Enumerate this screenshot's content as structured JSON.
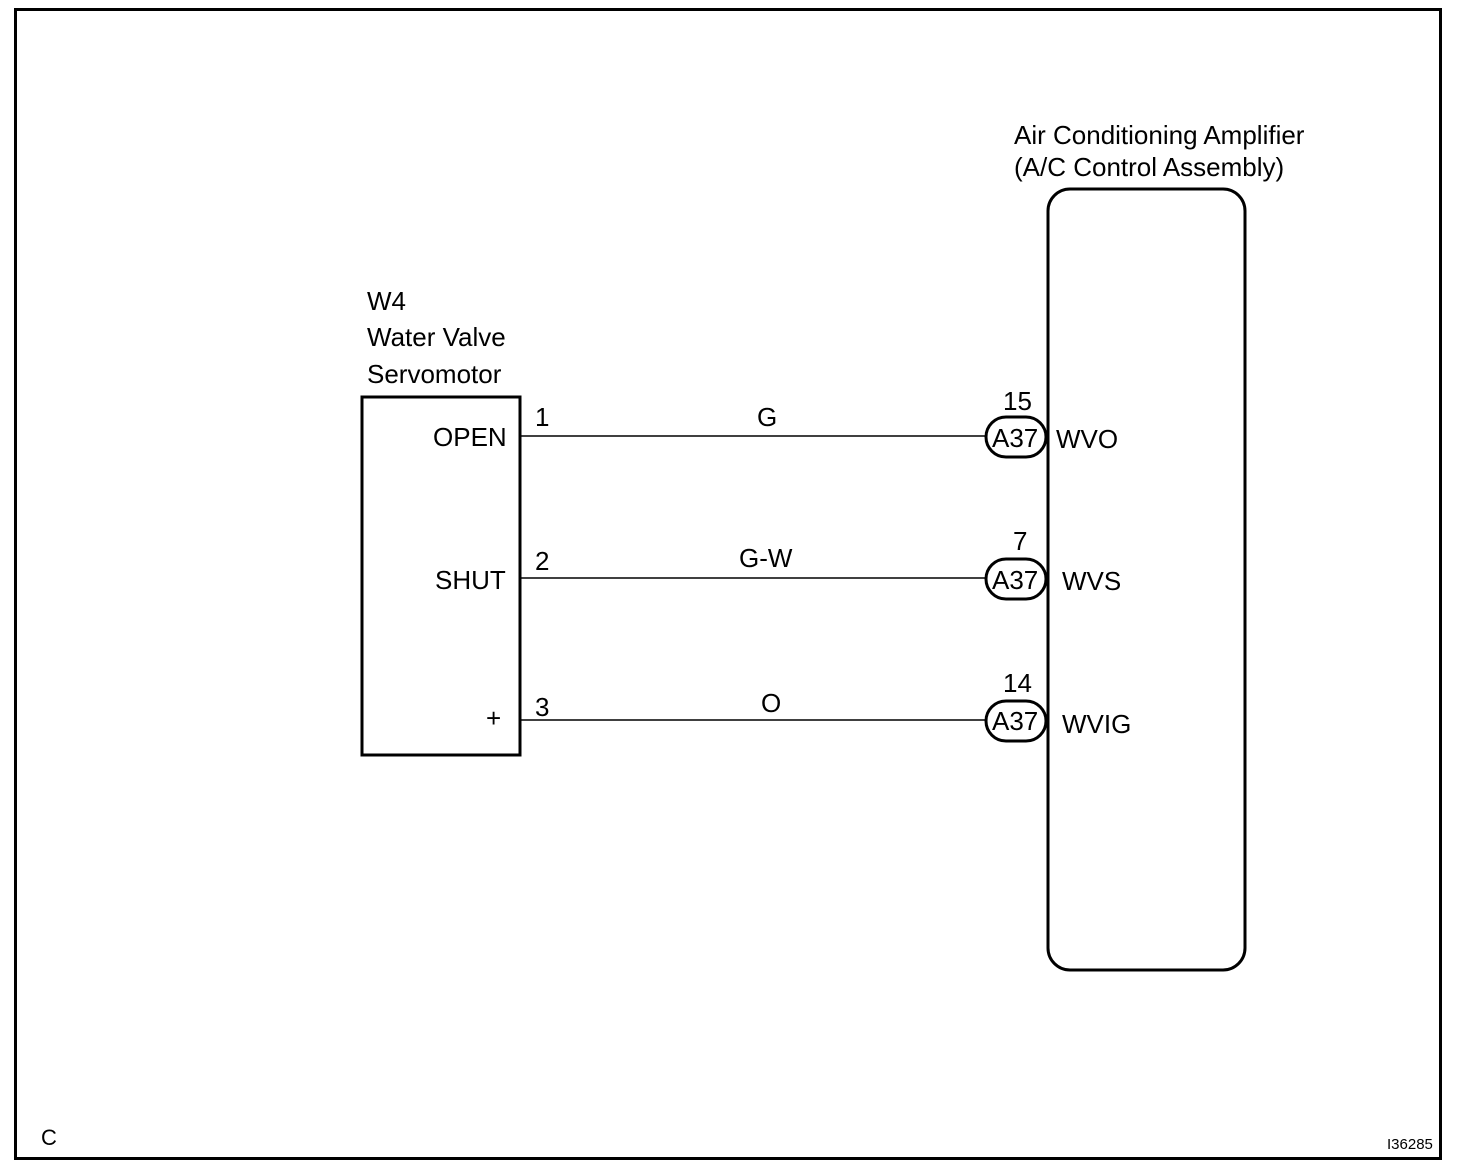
{
  "diagram": {
    "corner_letter": "C",
    "figure_id": "I36285",
    "left_component": {
      "code": "W4",
      "name_line1": "Water Valve",
      "name_line2": "Servomotor",
      "terminals": [
        "OPEN",
        "SHUT",
        "+"
      ]
    },
    "right_component": {
      "name_line1": "Air Conditioning Amplifier",
      "name_line2": "(A/C Control Assembly)",
      "terminals": [
        "WVO",
        "WVS",
        "WVIG"
      ]
    },
    "wires": [
      {
        "pin_left": "1",
        "color": "G",
        "connector": "A37",
        "pin_right": "15"
      },
      {
        "pin_left": "2",
        "color": "G-W",
        "connector": "A37",
        "pin_right": "7"
      },
      {
        "pin_left": "3",
        "color": "O",
        "connector": "A37",
        "pin_right": "14"
      }
    ]
  }
}
